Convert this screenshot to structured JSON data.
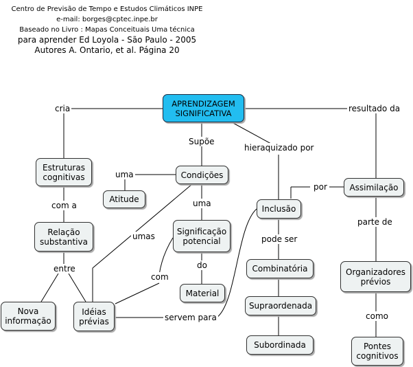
{
  "header": {
    "line1": "Centro de Previsão de Tempo e Estudos Climáticos INPE",
    "line2": "e-mail: borges@cptec.inpe.br",
    "line3": "Baseado no Livro : Mapas Conceituais Uma técnica",
    "line4": "para aprender  Ed Loyola - São Paulo - 2005",
    "line5": "Autores A. Ontario, et al. Página 20"
  },
  "nodes": {
    "aprendizagem": "APRENDIZAGEM SIGNIFICATIVA",
    "estruturas": "Estruturas cognitivas",
    "relacao": "Relação substantiva",
    "nova": "Nova informação",
    "ideias": "Idéias prévias",
    "condicoes": "Condições",
    "atitude": "Atitude",
    "significacao": "Significação potencial",
    "material": "Material",
    "inclusao": "Inclusão",
    "combinatoria": "Combinatória",
    "supraordenada": "Supraordenada",
    "subordinada": "Subordinada",
    "assimilacao": "Assimilação",
    "organizadores": "Organizadores prévios",
    "pontes": "Pontes cognitivos"
  },
  "links": {
    "cria": "cria",
    "resultado": "resultado da",
    "supoe": "Supõe",
    "hierarquizado": "hieraquizado por",
    "com_a": "com a",
    "entre": "entre",
    "uma1": "uma",
    "uma2": "uma",
    "umas": "umas",
    "com": "com",
    "do": "do",
    "servem": "servem para",
    "por": "por",
    "pode_ser": "pode ser",
    "parte_de": "parte de",
    "como": "como"
  }
}
